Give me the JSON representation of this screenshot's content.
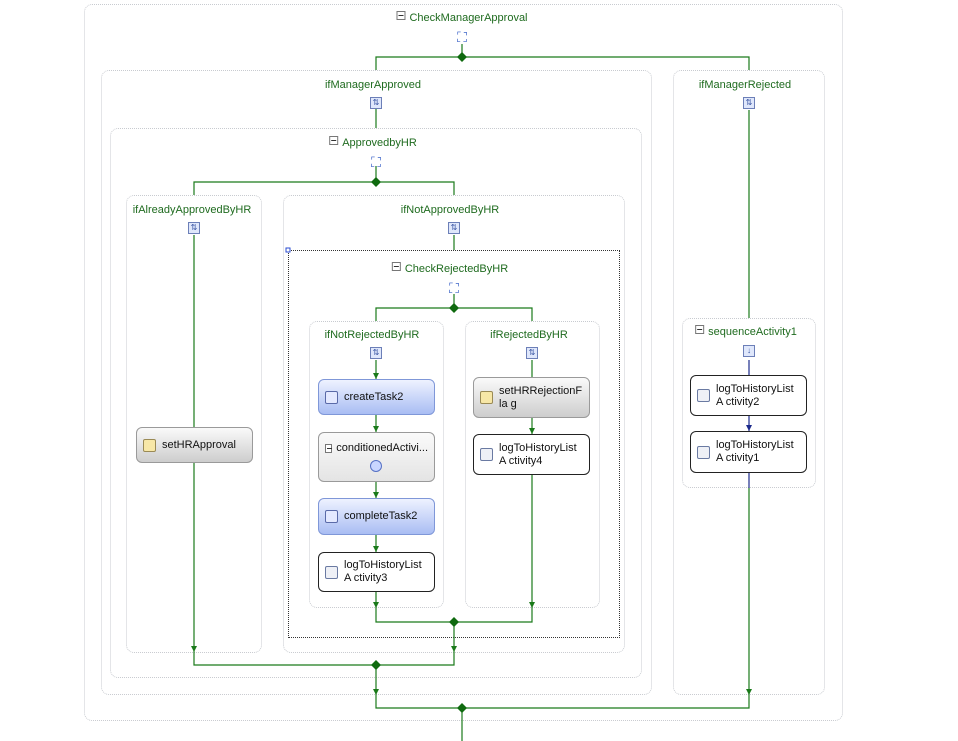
{
  "colors": {
    "connector": "#1a7a1a",
    "connector_blue": "#1c2a8c",
    "title_text": "#1f6b1f",
    "activity_blue": "#a9bdf3",
    "activity_gray": "#cdcdcd"
  },
  "workflow": {
    "root": "CheckManagerApproval",
    "branches": {
      "approved": "ifManagerApproved",
      "rejected": "ifManagerRejected"
    },
    "approved_by_hr": {
      "title": "ApprovedbyHR",
      "already": "ifAlreadyApprovedByHR",
      "not_approved": "ifNotApprovedByHR",
      "set_hr_approval": "setHRApproval"
    },
    "check_rejected": {
      "title": "CheckRejectedByHR",
      "not_rejected": "ifNotRejectedByHR",
      "rejected": "ifRejectedByHR",
      "create_task": "createTask2",
      "conditioned": "conditionedActivi...",
      "complete_task": "completeTask2",
      "log3": "logToHistoryListA ctivity3",
      "set_rejection_flag": "setHRRejectionFla g",
      "log4": "logToHistoryListA ctivity4"
    },
    "sequence": {
      "title": "sequenceActivity1",
      "log2": "logToHistoryListA ctivity2",
      "log1": "logToHistoryListA ctivity1"
    }
  }
}
